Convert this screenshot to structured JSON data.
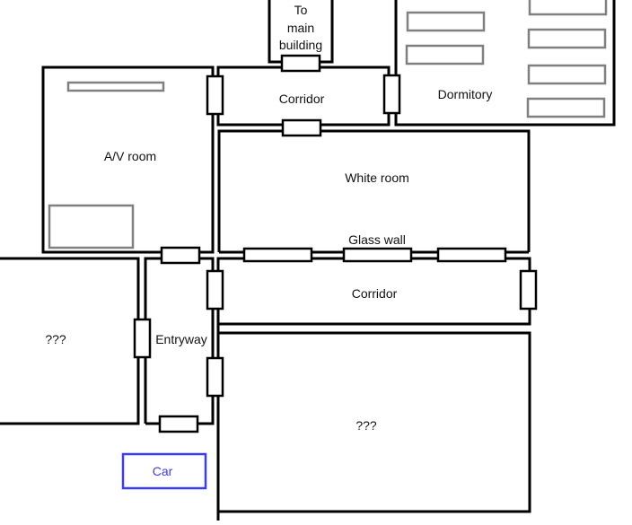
{
  "diagram": {
    "type": "floor-plan",
    "rooms": {
      "to_main_building": [
        "To",
        "main",
        "building"
      ],
      "corridor_top": "Corridor",
      "dormitory": "Dormitory",
      "av_room": "A/V room",
      "white_room": "White room",
      "glass_wall": "Glass wall",
      "corridor_middle": "Corridor",
      "unknown_left": "???",
      "entryway": "Entryway",
      "unknown_bottom": "???"
    },
    "car": {
      "label": "Car",
      "color": "#3b3bf5"
    },
    "colors": {
      "wall": "#000000",
      "furniture": "#808080",
      "background": "#ffffff"
    }
  }
}
